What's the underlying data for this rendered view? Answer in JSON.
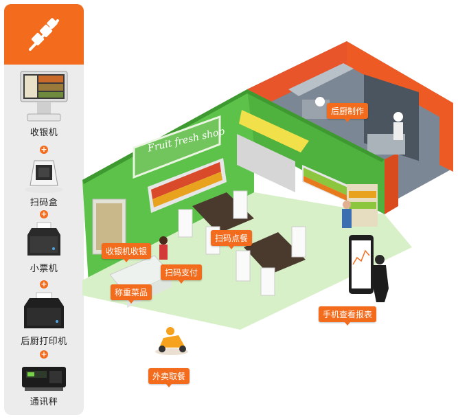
{
  "sidebar": {
    "logo_icon": "skewer-icon",
    "devices": [
      {
        "label": "收银机",
        "icon": "cash-register-icon"
      },
      {
        "label": "扫码盒",
        "icon": "scanner-box-icon"
      },
      {
        "label": "小票机",
        "icon": "receipt-printer-icon"
      },
      {
        "label": "后厨打印机",
        "icon": "kitchen-printer-icon"
      },
      {
        "label": "通讯秤",
        "icon": "scale-icon"
      }
    ],
    "plus_symbol": "+"
  },
  "scene": {
    "shop_sign": "Fruit fresh shop",
    "tags": {
      "kitchen": "后厨制作",
      "cashier": "收银机收银",
      "scan_order": "扫码点餐",
      "scan_pay": "扫码支付",
      "weigh": "称重菜品",
      "phone_report": "手机查看报表",
      "takeaway": "外卖取餐"
    },
    "colors": {
      "accent": "#f36b1c",
      "wall_green": "#5cc24a",
      "kitchen_red": "#ee5a24"
    }
  }
}
